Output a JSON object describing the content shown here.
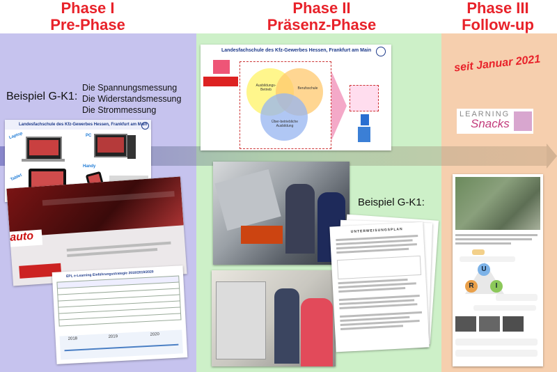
{
  "phases": [
    {
      "line1": "Phase I",
      "line2": "Pre-Phase"
    },
    {
      "line1": "Phase II",
      "line2": "Präsenz-Phase"
    },
    {
      "line1": "Phase III",
      "line2": "Follow-up"
    }
  ],
  "colors": {
    "phase1_bg": "#c6c3ee",
    "phase2_bg": "#cdf0c8",
    "phase3_bg": "#f6cfae",
    "title_red": "#e8222a"
  },
  "phase1": {
    "example_label": "Beispiel G-K1:",
    "measurements": [
      "Die Spannungsmessung",
      "Die Widerstandsmessung",
      "Die Strommessung"
    ],
    "elearning_card": {
      "header": "Landesfachschule des Kfz-Gewerbes Hessen, Frankfurt am Main",
      "labels": [
        "Laptop",
        "PC",
        "Tablet",
        "Handy"
      ]
    },
    "auto_logo": "auto",
    "table_card_title": "EPL e-Learning Einführungsstrategie 2018/2019/2020",
    "timeline_years": [
      "2018",
      "2019",
      "2020"
    ]
  },
  "phase2": {
    "diagram": {
      "title": "Landesfachschule des Kfz-Gewerbes Hessen, Frankfurt am Main",
      "labels": [
        "Ausbildungs-Betrieb",
        "Berufsschule",
        "Über-betriebliche Ausbildung"
      ]
    },
    "example_label": "Beispiel G-K1:",
    "document_title": "UNTERWEISUNGSPLAN"
  },
  "phase3": {
    "since": "seit Januar 2021",
    "logo_top": "LEARNING",
    "logo_bottom": "Snacks",
    "uri_letters": [
      "U",
      "R",
      "I"
    ]
  }
}
